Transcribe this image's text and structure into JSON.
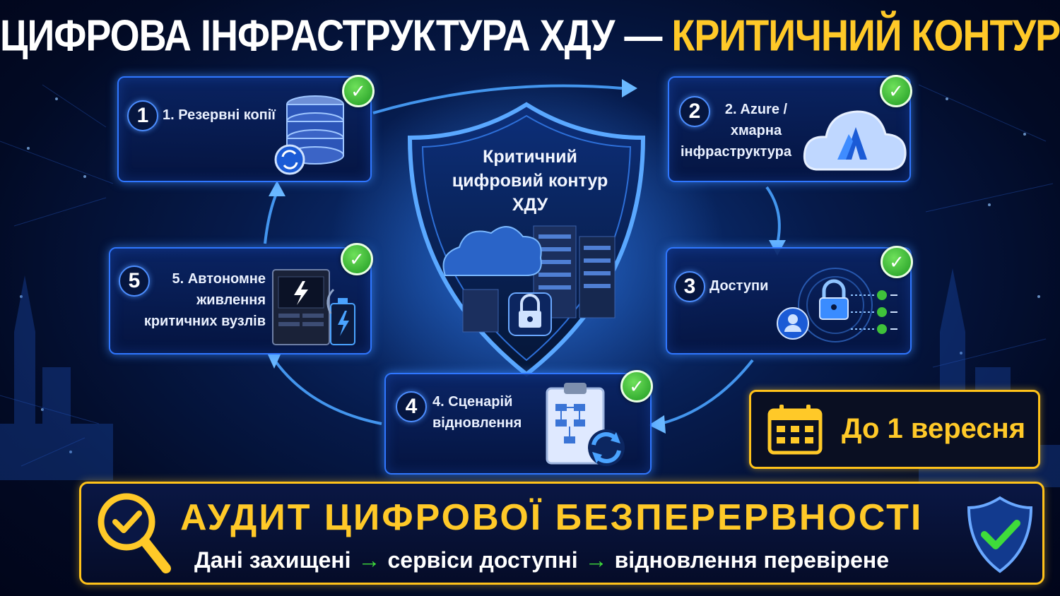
{
  "title": {
    "part1": "ЦИФРОВА ІНФРАСТРУКТУРА ХДУ — ",
    "part2": "КРИТИЧНИЙ КОНТУР"
  },
  "center": {
    "line1": "Критичний",
    "line2": "цифровий контур",
    "line3": "ХДУ"
  },
  "steps": [
    {
      "num": "1",
      "label_lines": [
        "1. Резервні копії"
      ],
      "icon": "database-sync-icon"
    },
    {
      "num": "2",
      "label_lines": [
        "2. Azure /",
        "хмарна",
        "інфраструктура"
      ],
      "icon": "azure-cloud-icon"
    },
    {
      "num": "3",
      "label_lines": [
        "Доступи"
      ],
      "icon": "access-lock-user-icon"
    },
    {
      "num": "4",
      "label_lines": [
        "4. Сценарій",
        "відновлення"
      ],
      "icon": "recovery-clipboard-icon"
    },
    {
      "num": "5",
      "label_lines": [
        "5. Автономне",
        "живлення",
        "критичних вузлів"
      ],
      "icon": "power-battery-icon"
    }
  ],
  "deadline": {
    "text": "До 1 вересня",
    "icon": "calendar-icon"
  },
  "audit": {
    "title": "АУДИТ ЦИФРОВОЇ БЕЗПЕРЕРВНОСТІ",
    "flow": [
      "Дані захищені",
      "сервіси доступні",
      "відновлення перевірене"
    ],
    "arrow": "→"
  },
  "colors": {
    "accent_yellow": "#ffc928",
    "card_border": "#2f76ff",
    "check_green": "#2fb52a"
  }
}
